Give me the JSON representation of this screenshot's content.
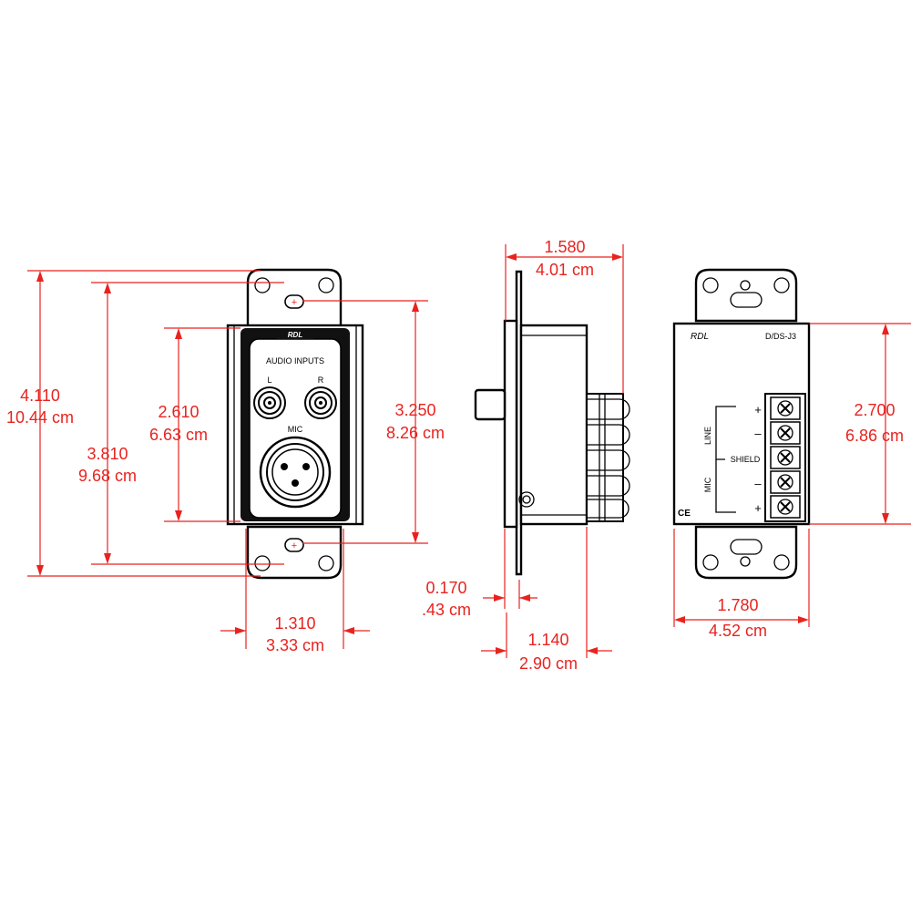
{
  "colors": {
    "dimension": "#e8231f",
    "outline": "#000000",
    "background": "#ffffff"
  },
  "front": {
    "brand": "RDL",
    "heading": "AUDIO INPUTS",
    "left_label": "L",
    "right_label": "R",
    "mic_label": "MIC"
  },
  "rear": {
    "brand": "RDL",
    "model": "D/DS-J3",
    "plus_top": "+",
    "minus_top": "–",
    "shield": "SHIELD",
    "minus_bottom": "–",
    "plus_bottom": "+",
    "line": "LINE",
    "mic": "MIC",
    "ce": "CE"
  },
  "dimensions": {
    "overall_height": {
      "in": "4.110",
      "cm": "10.44 cm"
    },
    "mount_spacing": {
      "in": "3.810",
      "cm": "9.68 cm"
    },
    "front_panel_height": {
      "in": "2.610",
      "cm": "6.63 cm"
    },
    "box_height": {
      "in": "3.250",
      "cm": "8.26 cm"
    },
    "front_panel_width": {
      "in": "1.310",
      "cm": "3.33 cm"
    },
    "depth_overall": {
      "in": "1.580",
      "cm": "4.01 cm"
    },
    "plate_thickness": {
      "in": "0.170",
      "cm": ".43 cm"
    },
    "box_depth": {
      "in": "1.140",
      "cm": "2.90 cm"
    },
    "rear_terminal_height": {
      "in": "2.700",
      "cm": "6.86 cm"
    },
    "rear_width": {
      "in": "1.780",
      "cm": "4.52 cm"
    }
  }
}
